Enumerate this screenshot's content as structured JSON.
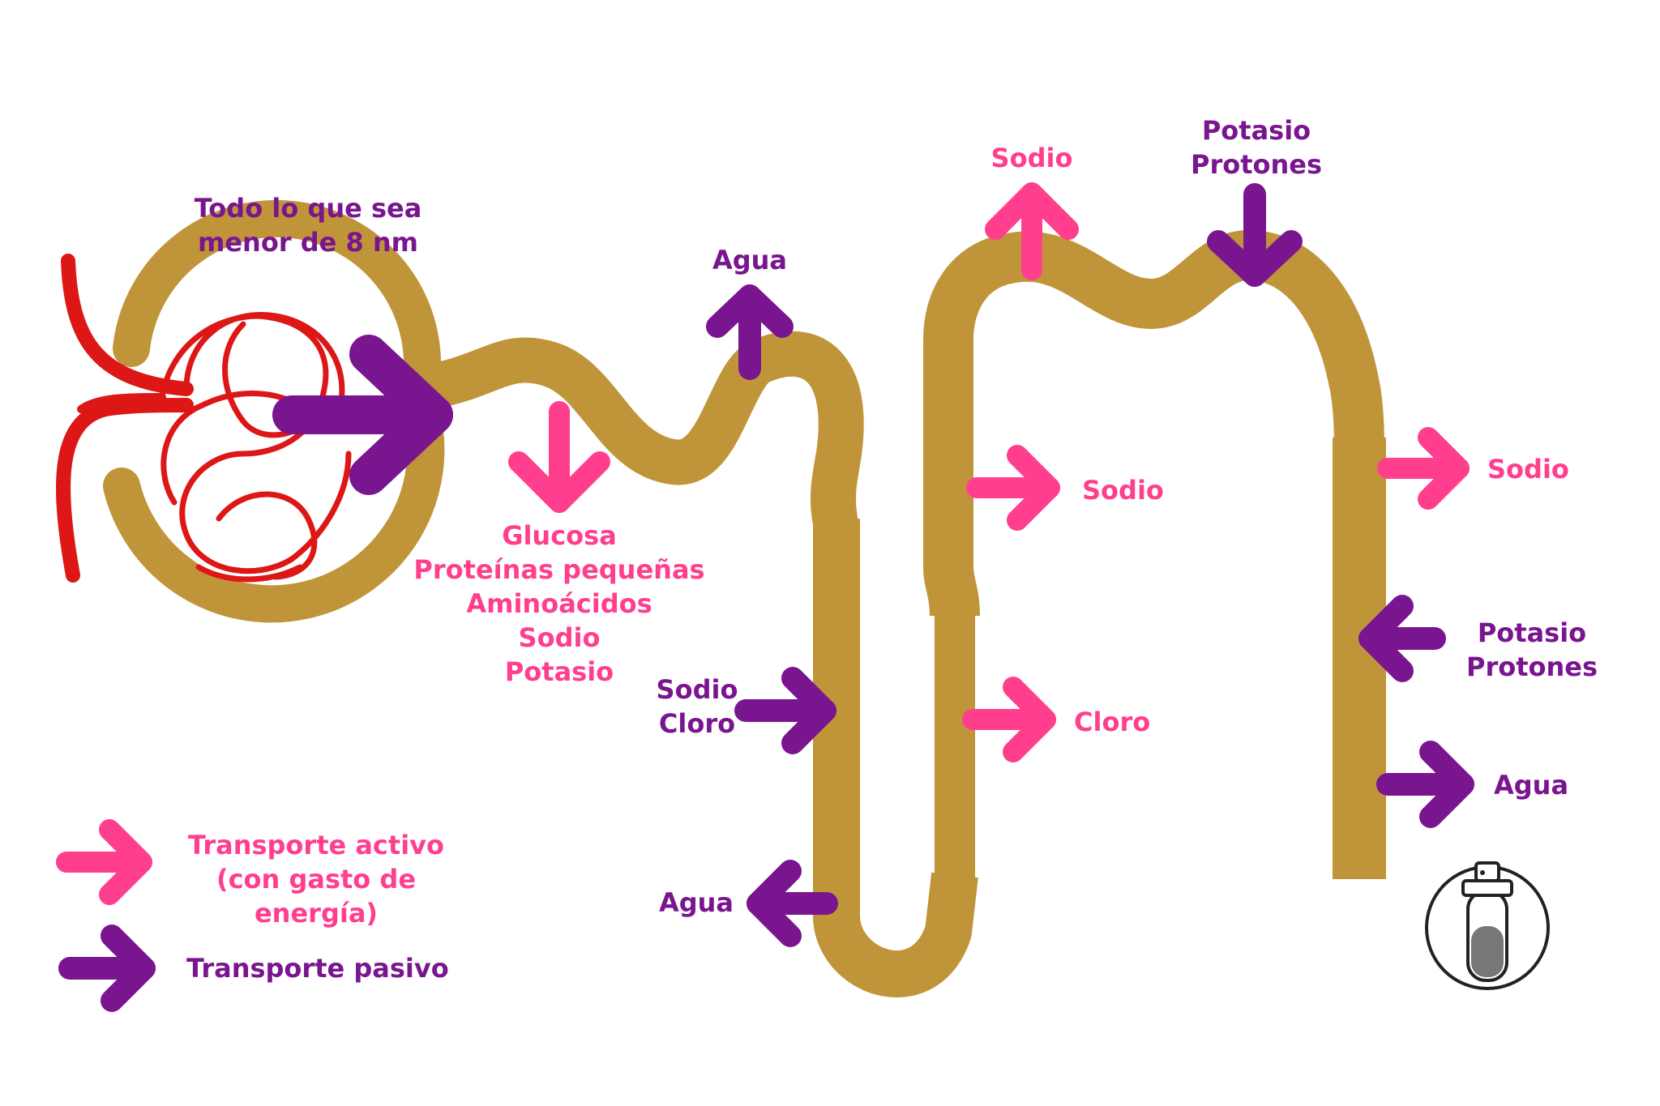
{
  "colors": {
    "tube": "#c0953a",
    "capillary": "#dd1616",
    "active": "#ff3f8e",
    "passive": "#7a1590",
    "background": "#ffffff"
  },
  "glomerulus": {
    "filtration_label": "Todo lo que sea\nmenor de 8 nm"
  },
  "proximal_tubule": {
    "reabsorbed": "Glucosa\nProteínas pequeñas\nAminoácidos\nSodio\nPotasio",
    "water_out": "Agua"
  },
  "loop_of_henle": {
    "descending_water_out": "Agua",
    "descending_in": "Sodio\nCloro",
    "ascending_sodium_out": "Sodio",
    "ascending_chloride_out": "Cloro"
  },
  "distal_tubule": {
    "sodium_out": "Sodio",
    "secreted_in": "Potasio\nProtones"
  },
  "collecting_duct": {
    "sodium_out": "Sodio",
    "secreted_in": "Potasio\nProtones",
    "water_out": "Agua"
  },
  "legend": {
    "active_label": "Transporte activo\n(con gasto de energía)",
    "passive_label": "Transporte pasivo"
  },
  "logo_icon": "test-tube-logo-icon"
}
